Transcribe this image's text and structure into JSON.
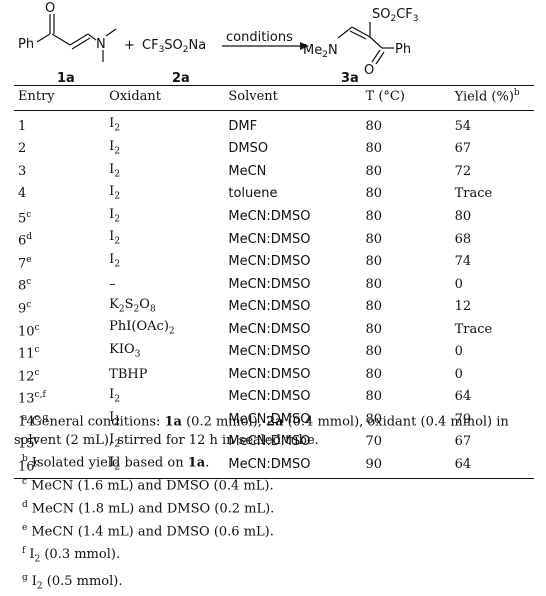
{
  "scheme": {
    "reagent_left": "Ph",
    "reagent_amine": "N",
    "plus": "+",
    "reagent2": "CF3SO2Na",
    "conditions": "conditions",
    "product_top": "SO2CF3",
    "product_amine": "Me2N",
    "product_ph": "Ph",
    "oxygen": "O",
    "label_1a": "1a",
    "label_2a": "2a",
    "label_3a": "3a"
  },
  "table": {
    "headers": {
      "entry": "Entry",
      "oxidant": "Oxidant",
      "solvent": "Solvent",
      "temp": "T (°C)",
      "yield": "Yield (%)",
      "yield_mark": "b"
    },
    "rows": [
      {
        "entry": "1",
        "mark": "",
        "oxidant": "I2",
        "solvent": "DMF",
        "temp": "80",
        "yield": "54"
      },
      {
        "entry": "2",
        "mark": "",
        "oxidant": "I2",
        "solvent": "DMSO",
        "temp": "80",
        "yield": "67"
      },
      {
        "entry": "3",
        "mark": "",
        "oxidant": "I2",
        "solvent": "MeCN",
        "temp": "80",
        "yield": "72"
      },
      {
        "entry": "4",
        "mark": "",
        "oxidant": "I2",
        "solvent": "toluene",
        "temp": "80",
        "yield": "Trace"
      },
      {
        "entry": "5",
        "mark": "c",
        "oxidant": "I2",
        "solvent": "MeCN:DMSO",
        "temp": "80",
        "yield": "80"
      },
      {
        "entry": "6",
        "mark": "d",
        "oxidant": "I2",
        "solvent": "MeCN:DMSO",
        "temp": "80",
        "yield": "68"
      },
      {
        "entry": "7",
        "mark": "e",
        "oxidant": "I2",
        "solvent": "MeCN:DMSO",
        "temp": "80",
        "yield": "74"
      },
      {
        "entry": "8",
        "mark": "c",
        "oxidant": "–",
        "solvent": "MeCN:DMSO",
        "temp": "80",
        "yield": "0"
      },
      {
        "entry": "9",
        "mark": "c",
        "oxidant": "K2S2O8",
        "solvent": "MeCN:DMSO",
        "temp": "80",
        "yield": "12"
      },
      {
        "entry": "10",
        "mark": "c",
        "oxidant": "PhI(OAc)2",
        "solvent": "MeCN:DMSO",
        "temp": "80",
        "yield": "Trace"
      },
      {
        "entry": "11",
        "mark": "c",
        "oxidant": "KIO3",
        "solvent": "MeCN:DMSO",
        "temp": "80",
        "yield": "0"
      },
      {
        "entry": "12",
        "mark": "c",
        "oxidant": "TBHP",
        "solvent": "MeCN:DMSO",
        "temp": "80",
        "yield": "0"
      },
      {
        "entry": "13",
        "mark": "c,f",
        "oxidant": "I2",
        "solvent": "MeCN:DMSO",
        "temp": "80",
        "yield": "64"
      },
      {
        "entry": "14",
        "mark": "c,g",
        "oxidant": "I2",
        "solvent": "MeCN:DMSO",
        "temp": "80",
        "yield": "79"
      },
      {
        "entry": "15",
        "mark": "c",
        "oxidant": "I2",
        "solvent": "MeCN:DMSO",
        "temp": "70",
        "yield": "67"
      },
      {
        "entry": "16",
        "mark": "c",
        "oxidant": "I2",
        "solvent": "MeCN:DMSO",
        "temp": "90",
        "yield": "64"
      }
    ]
  },
  "footnotes": {
    "a_mark": "a",
    "a_text_1": "General conditions: ",
    "a_bold_1": "1a",
    "a_text_2": " (0.2 mmol), ",
    "a_bold_2": "2a",
    "a_text_3": " (0.4 mmol), oxidant (0.4 mmol) in solvent (2 mL), stirred for 12 h in sealed tube.",
    "b_mark": "b",
    "b_text": "Isolated yield based on ",
    "b_bold": "1a",
    "b_end": ".",
    "c_mark": "c",
    "c_text": "MeCN (1.6 mL) and DMSO (0.4 mL).",
    "d_mark": "d",
    "d_text": "MeCN (1.8 mL) and DMSO (0.2 mL).",
    "e_mark": "e",
    "e_text": "MeCN (1.4 mL) and DMSO (0.6 mL).",
    "f_mark": "f",
    "f_text": "I2 (0.3 mmol).",
    "g_mark": "g",
    "g_text": "I2 (0.5 mmol)."
  }
}
